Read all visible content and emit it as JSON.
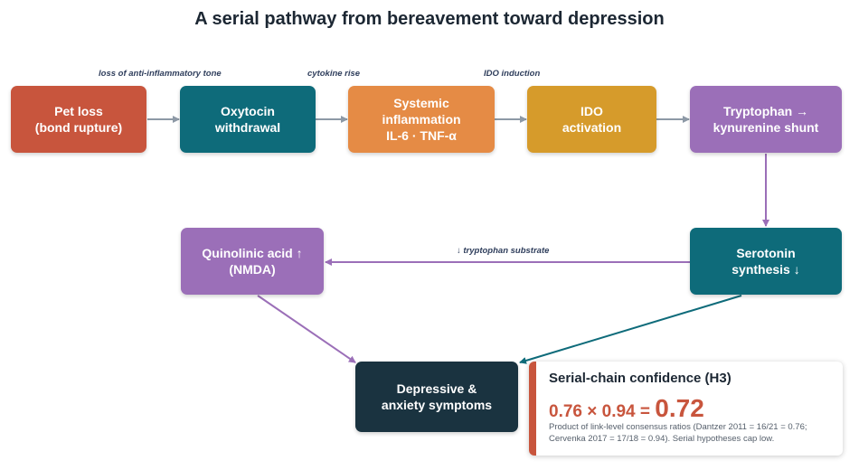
{
  "title": "A serial pathway from bereavement toward depression",
  "colors": {
    "red": "#c8553d",
    "teal": "#0e6b7a",
    "orange": "#e58b45",
    "gold": "#d69b2b",
    "purple": "#9b6fb8",
    "navy": "#1a3340",
    "arrow_gray": "#8d99a6",
    "arrow_purple": "#9b6fb8",
    "arrow_teal": "#0e6b7a",
    "label": "#2f3e5c"
  },
  "nodes": {
    "pet_loss": "Pet loss\n(bond rupture)",
    "oxytocin": "Oxytocin\nwithdrawal",
    "inflammation": "Systemic inflammation\nIL-6 · TNF-α",
    "ido": "IDO\nactivation",
    "tryptophan": "Tryptophan →\nkynurenine shunt",
    "serotonin": "Serotonin\nsynthesis ↓",
    "quinolinic": "Quinolinic acid ↑\n(NMDA)",
    "depression": "Depressive &\nanxiety symptoms"
  },
  "edge_labels": {
    "anti_inflammatory": "loss of anti-inflammatory tone",
    "cytokine": "cytokine rise",
    "ido_induction": "IDO induction",
    "substrate": "↓ tryptophan substrate"
  },
  "confidence": {
    "title": "Serial-chain confidence (H3)",
    "equation": "0.76 × 0.94 = ",
    "result": "0.72",
    "note": "Product of link-level consensus ratios (Dantzer 2011 = 16/21 = 0.76; Cervenka 2017 = 17/18 = 0.94). Serial hypotheses cap low."
  }
}
